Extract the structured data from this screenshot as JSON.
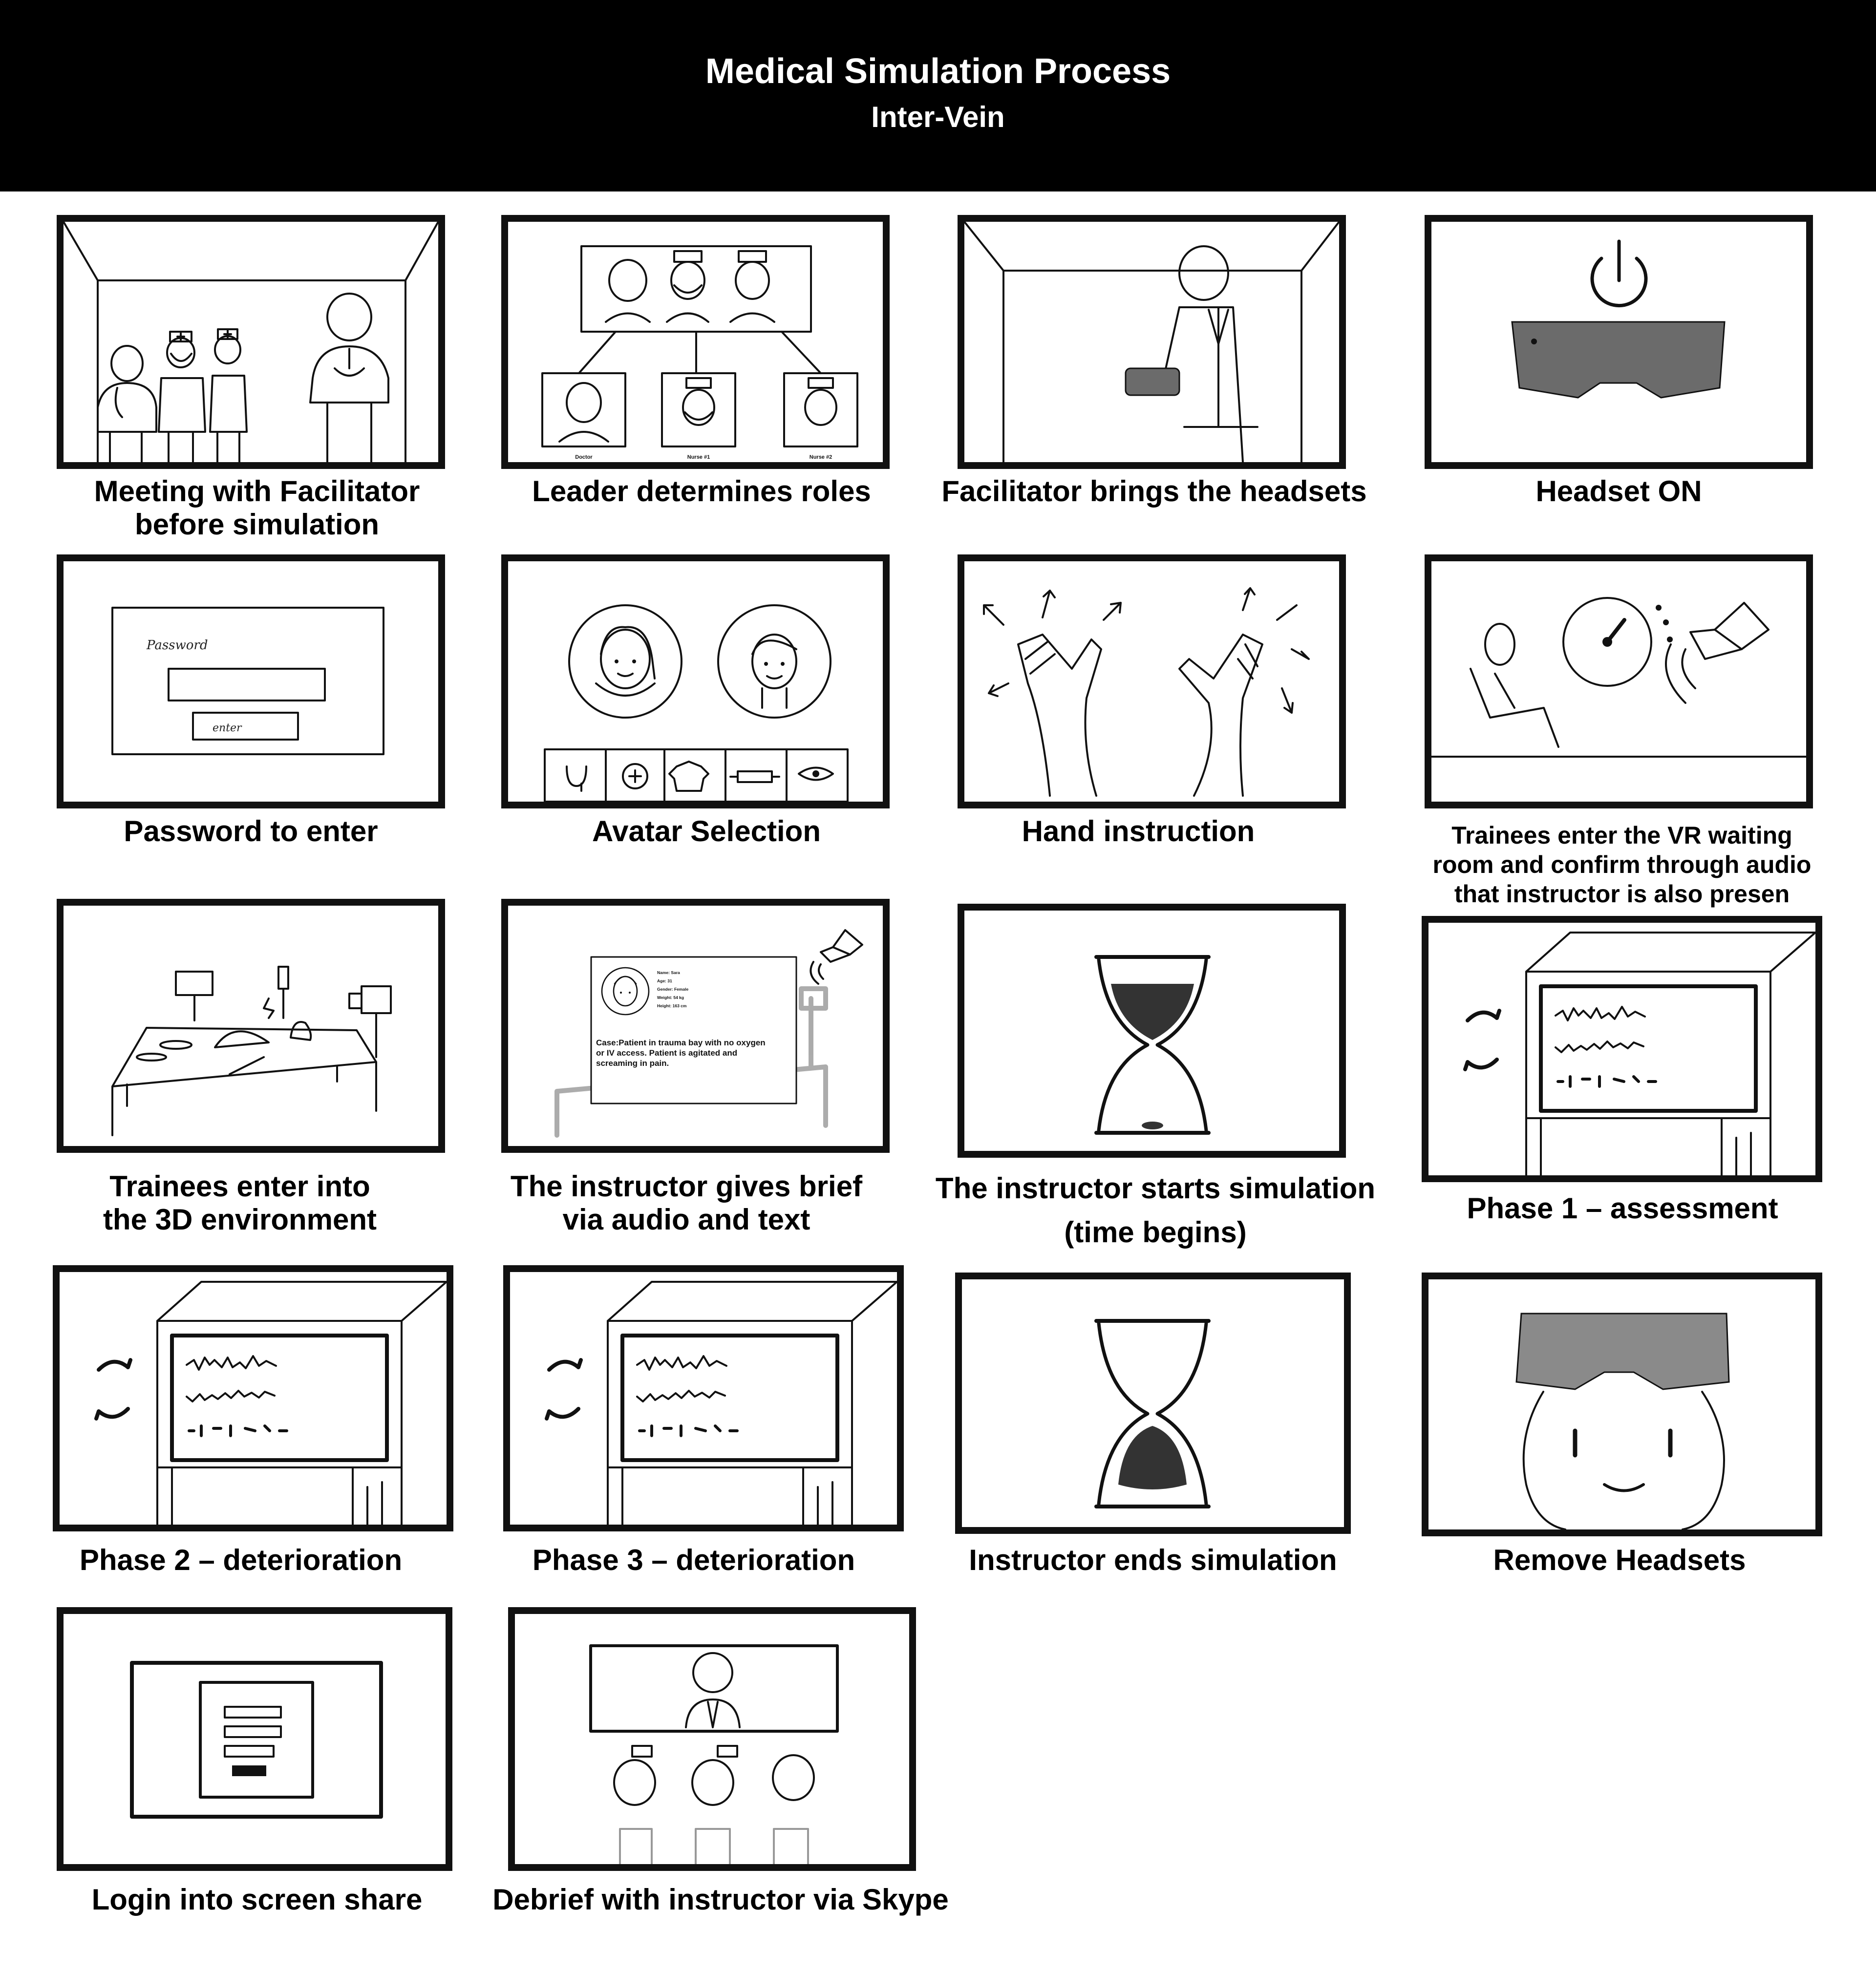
{
  "header": {
    "title": "Medical Simulation Process",
    "subtitle": "Inter-Vein"
  },
  "steps": [
    {
      "caption": "Meeting with Facilitator\nbefore simulation",
      "icon": "team-meeting-icon"
    },
    {
      "caption": "Leader determines roles",
      "icon": "role-hierarchy-icon",
      "roles": [
        "Doctor",
        "Nurse #1",
        "Nurse #2"
      ]
    },
    {
      "caption": "Facilitator brings the headsets",
      "icon": "facilitator-headset-icon"
    },
    {
      "caption": "Headset ON",
      "icon": "vr-headset-power-icon"
    },
    {
      "caption": "Password to enter",
      "icon": "password-screen-icon",
      "password_label": "Password",
      "enter_label": "enter"
    },
    {
      "caption": "Avatar Selection",
      "icon": "avatar-selection-icon"
    },
    {
      "caption": "Hand instruction",
      "icon": "hands-icon"
    },
    {
      "caption": "Trainees enter the VR waiting\nroom and confirm through audio\nthat instructor is also presen",
      "icon": "waiting-room-audio-icon"
    },
    {
      "caption": "Trainees enter into\nthe 3D environment",
      "icon": "3d-environment-icon"
    },
    {
      "caption": "The instructor gives brief\nvia audio and text",
      "icon": "patient-brief-icon",
      "patient_card": {
        "name": "Name: Sara",
        "age": "Age: 31",
        "gender": "Gender: Female",
        "weight": "Weight: 54 kg",
        "height": "Height: 163 cm",
        "case": "Case:Patient in trauma bay with no oxygen\nor IV access. Patient is agitated and\nscreaming in pain."
      }
    },
    {
      "caption": "The instructor starts simulation\n(time begins)",
      "icon": "hourglass-start-icon"
    },
    {
      "caption": "Phase 1 – assessment",
      "icon": "vital-monitor-icon"
    },
    {
      "caption": "Phase 2 – deterioration",
      "icon": "vital-monitor-icon"
    },
    {
      "caption": "Phase 3 – deterioration",
      "icon": "vital-monitor-icon"
    },
    {
      "caption": "Instructor ends simulation",
      "icon": "hourglass-end-icon"
    },
    {
      "caption": "Remove Headsets",
      "icon": "remove-headset-icon"
    },
    {
      "caption": "Login into screen share",
      "icon": "screen-share-login-icon"
    },
    {
      "caption": "Debrief with instructor via Skype",
      "icon": "video-debrief-icon"
    }
  ]
}
